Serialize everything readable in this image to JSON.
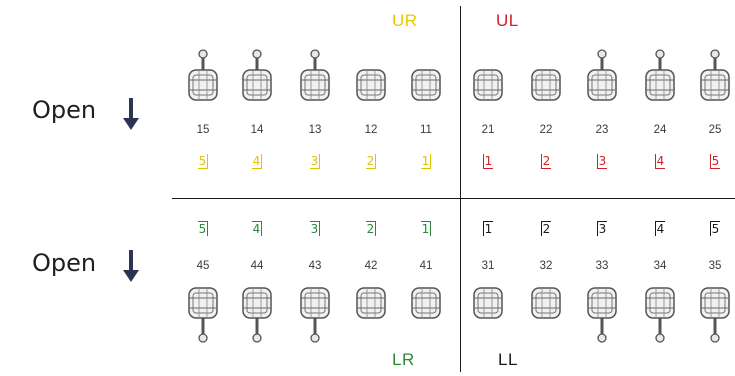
{
  "quadrants": {
    "ur": {
      "label": "UR",
      "color": "#e8c800"
    },
    "ul": {
      "label": "UL",
      "color": "#d0202a"
    },
    "lr": {
      "label": "LR",
      "color": "#2a8a3a"
    },
    "ll": {
      "label": "LL",
      "color": "#1a1a1a"
    }
  },
  "upper": {
    "open_label": "Open",
    "arrow_icon": "arrow-down-icon",
    "right": [
      {
        "number": "15",
        "palmer": "5",
        "hook": true
      },
      {
        "number": "14",
        "palmer": "4",
        "hook": true
      },
      {
        "number": "13",
        "palmer": "3",
        "hook": true
      },
      {
        "number": "12",
        "palmer": "2",
        "hook": false
      },
      {
        "number": "11",
        "palmer": "1",
        "hook": false
      }
    ],
    "left": [
      {
        "number": "21",
        "palmer": "1",
        "hook": false
      },
      {
        "number": "22",
        "palmer": "2",
        "hook": false
      },
      {
        "number": "23",
        "palmer": "3",
        "hook": true
      },
      {
        "number": "24",
        "palmer": "4",
        "hook": true
      },
      {
        "number": "25",
        "palmer": "5",
        "hook": true
      }
    ]
  },
  "lower": {
    "open_label": "Open",
    "arrow_icon": "arrow-down-icon",
    "right": [
      {
        "number": "45",
        "palmer": "5",
        "hook": true
      },
      {
        "number": "44",
        "palmer": "4",
        "hook": true
      },
      {
        "number": "43",
        "palmer": "3",
        "hook": true
      },
      {
        "number": "42",
        "palmer": "2",
        "hook": false
      },
      {
        "number": "41",
        "palmer": "1",
        "hook": false
      }
    ],
    "left": [
      {
        "number": "31",
        "palmer": "1",
        "hook": false
      },
      {
        "number": "32",
        "palmer": "2",
        "hook": false
      },
      {
        "number": "33",
        "palmer": "3",
        "hook": true
      },
      {
        "number": "34",
        "palmer": "4",
        "hook": true
      },
      {
        "number": "35",
        "palmer": "5",
        "hook": true
      }
    ]
  }
}
